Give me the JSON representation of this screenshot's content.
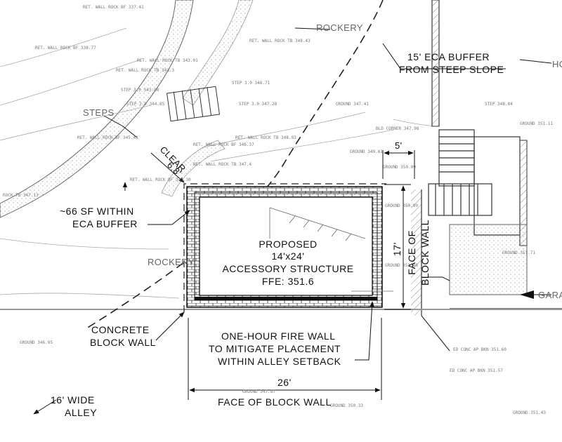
{
  "labels": {
    "rockery_top": "ROCKERY",
    "rockery_left": "ROCKERY",
    "steps": "STEPS",
    "eca_buffer_line1": "15' ECA BUFFER",
    "eca_buffer_line2": "FROM STEEP SLOPE",
    "clear_dim": "6.8'",
    "clear_word": "CLEAR",
    "within_buffer_line1": "~66 SF WITHIN",
    "within_buffer_line2": "ECA BUFFER",
    "setback_5": "5'",
    "structure_line1": "PROPOSED",
    "structure_line2": "14'x24'",
    "structure_line3": "ACCESSORY STRUCTURE",
    "structure_line4": "FFE: 351.6",
    "dim_17": "17'",
    "face_line1": "FACE OF",
    "face_line2": "BLOCK WALL",
    "concrete_line1": "CONCRETE",
    "concrete_line2": "BLOCK WALL",
    "fire_line1": "ONE-HOUR FIRE WALL",
    "fire_line2": "TO MITIGATE PLACEMENT",
    "fire_line3": "WITHIN ALLEY SETBACK",
    "dim_26": "26'",
    "face_bottom": "FACE OF BLOCK WALL",
    "alley_line1": "16' WIDE",
    "alley_line2": "ALLEY",
    "edge_ho": "HO",
    "edge_gara": "GARA"
  },
  "survey_points": [
    "RET. WALL ROCK BF 337.41",
    "RET. WALL ROCK TB 348.43",
    "RET. WALL ROCK BF 338.77",
    "RET. WALL ROCK TB 343.01",
    "RET. WALL ROCK TB 343.3",
    "STEP 3.0 343.88",
    "STEP 3.0 346.71",
    "STEP 3.0 344.85",
    "STEP 3.0 347.28",
    "RET. WALL ROCK BF 345.43",
    "RET. WALL ROCK BF 346.37",
    "RET. WALL ROCK TB 347.4",
    "RET. WALL ROCK TB 348.93",
    "RET. WALL ROCK BF 345.30",
    "ROCK TB 347.13",
    "GROUND 347.41",
    "GROUND 349.61",
    "BLD CORNER 347.98",
    "GROUND 350.09",
    "GROUND 350.99",
    "GROUND 351.88",
    "GROUND 351.11",
    "GROUND 351.71",
    "STEP 348.84",
    "GROUND 346.95",
    "GROUND 347.87",
    "ED CONC AP BKN 351.60",
    "ED CONC AP BKN 351.57",
    "GROUND 350.33",
    "GROUND 351.43"
  ],
  "colors": {
    "ink": "#111111",
    "faint": "#9a9a9a",
    "hatch": "#888888"
  }
}
